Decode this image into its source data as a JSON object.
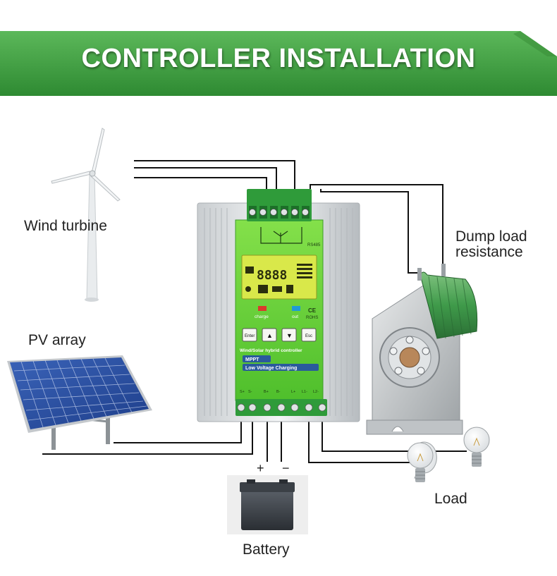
{
  "banner": {
    "title": "CONTROLLER INSTALLATION"
  },
  "labels": {
    "wind_turbine": "Wind turbine",
    "pv_array": "PV array",
    "dump_load_line1": "Dump load",
    "dump_load_line2": "resistance",
    "load": "Load",
    "battery": "Battery",
    "battery_plus": "+",
    "battery_minus": "−"
  },
  "controller": {
    "comm_port": "RS485",
    "lcd_digits": "8888",
    "charge_led": "charge",
    "out_led": "out",
    "rohs": "ROHS",
    "ce": "CE",
    "buttons": [
      "Enter",
      "▲",
      "▼",
      "Esc"
    ],
    "model": "Wind/Solar hybrid controller",
    "feature_1": "MPPT",
    "feature_2": "Low Voltage Charging",
    "bottom_terminals": [
      "S+",
      "S-",
      "B+",
      "B-",
      "L+",
      "L1-",
      "L2-"
    ]
  },
  "colors": {
    "banner_green": "#3f9e3c",
    "panel_green": "#6ed23a",
    "terminal_green": "#2f9b3a",
    "lcd_yellow": "#d9e84a",
    "wire": "#111111"
  }
}
